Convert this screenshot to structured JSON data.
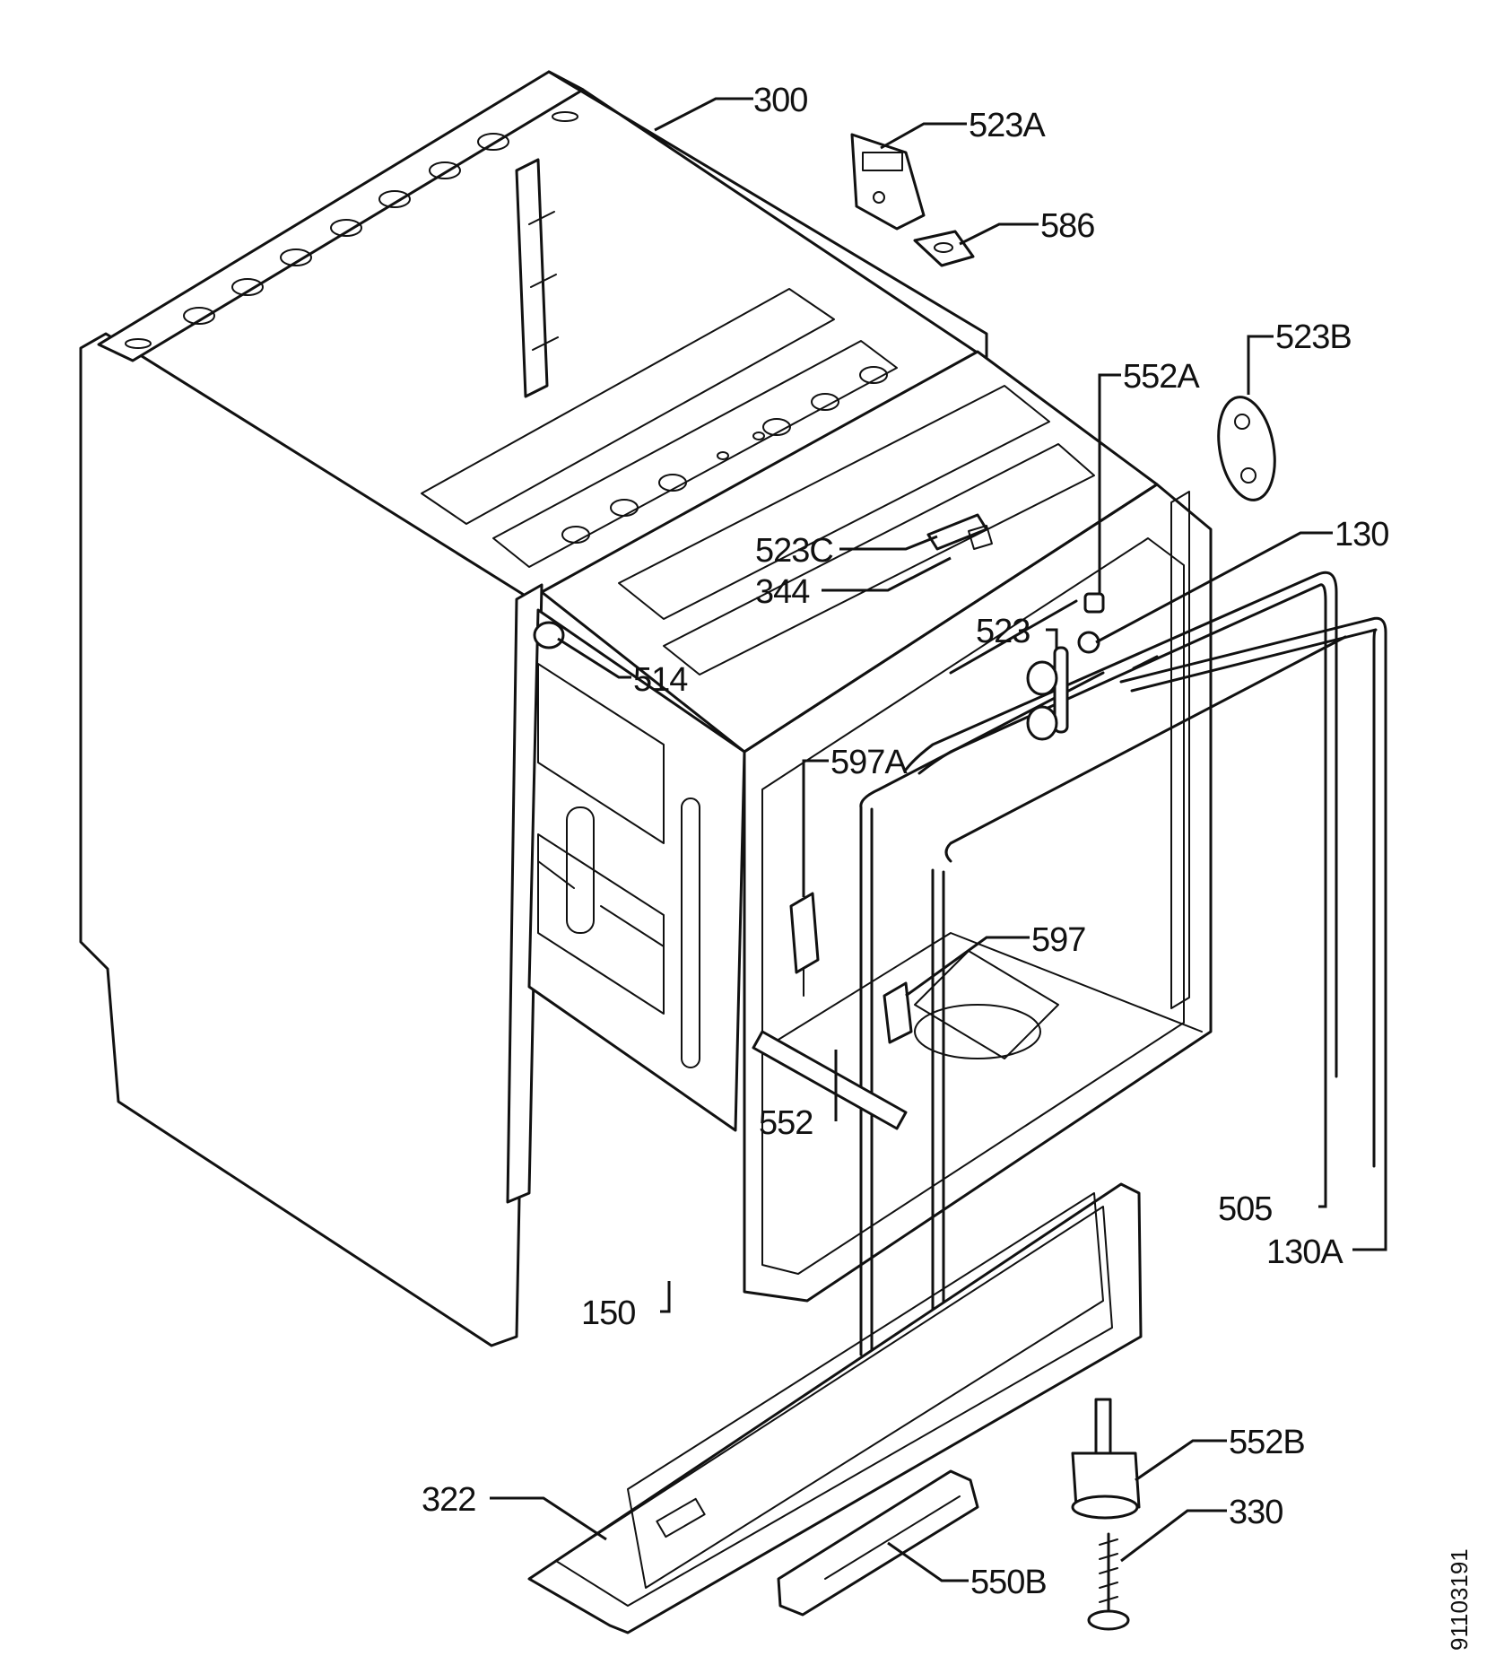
{
  "document_id": "91103191",
  "callouts": [
    {
      "id": "c300",
      "label": "300"
    },
    {
      "id": "c523A",
      "label": "523A"
    },
    {
      "id": "c586",
      "label": "586"
    },
    {
      "id": "c523B",
      "label": "523B"
    },
    {
      "id": "c552A",
      "label": "552A"
    },
    {
      "id": "c130",
      "label": "130"
    },
    {
      "id": "c523C",
      "label": "523C"
    },
    {
      "id": "c344",
      "label": "344"
    },
    {
      "id": "c523",
      "label": "523"
    },
    {
      "id": "c514",
      "label": "514"
    },
    {
      "id": "c597A",
      "label": "597A"
    },
    {
      "id": "c597",
      "label": "597"
    },
    {
      "id": "c552",
      "label": "552"
    },
    {
      "id": "c505",
      "label": "505"
    },
    {
      "id": "c130A",
      "label": "130A"
    },
    {
      "id": "c150",
      "label": "150"
    },
    {
      "id": "c552B",
      "label": "552B"
    },
    {
      "id": "c322",
      "label": "322"
    },
    {
      "id": "c330",
      "label": "330"
    },
    {
      "id": "c550B",
      "label": "550B"
    }
  ]
}
